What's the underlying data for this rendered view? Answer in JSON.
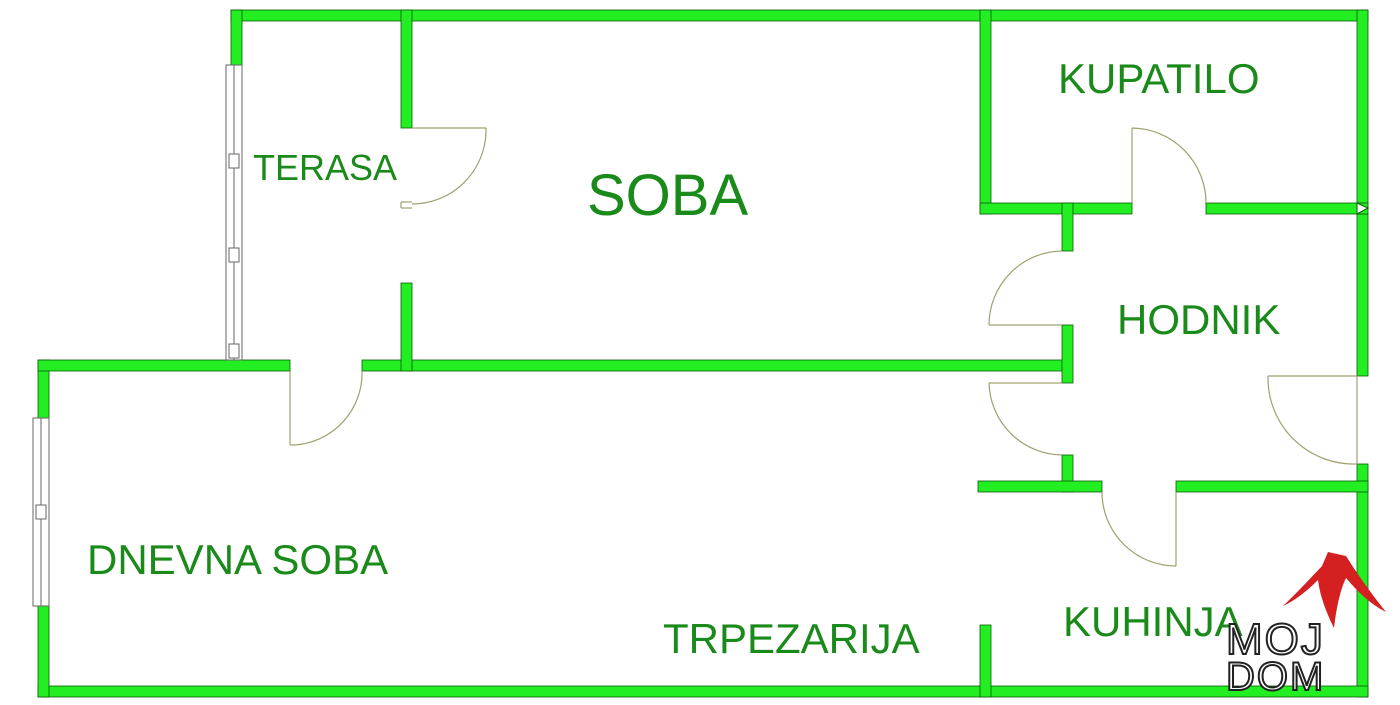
{
  "rooms": {
    "terasa": "TERASA",
    "soba": "SOBA",
    "kupatilo": "KUPATILO",
    "hodnik": "HODNIK",
    "dnevna_soba": "DNEVNA SOBA",
    "trpezarija": "TRPEZARIJA",
    "kuhinja": "KUHINJA"
  },
  "logo": {
    "line1": "MOJ",
    "line2": "DOM",
    "icon": "house-roof-icon"
  },
  "colors": {
    "wall_fill": "#22ee22",
    "wall_stroke": "#0a5a0a",
    "label": "#1a8a1a",
    "door_arc": "#a0a070",
    "logo_red": "#d42020",
    "logo_text": "#222222"
  }
}
